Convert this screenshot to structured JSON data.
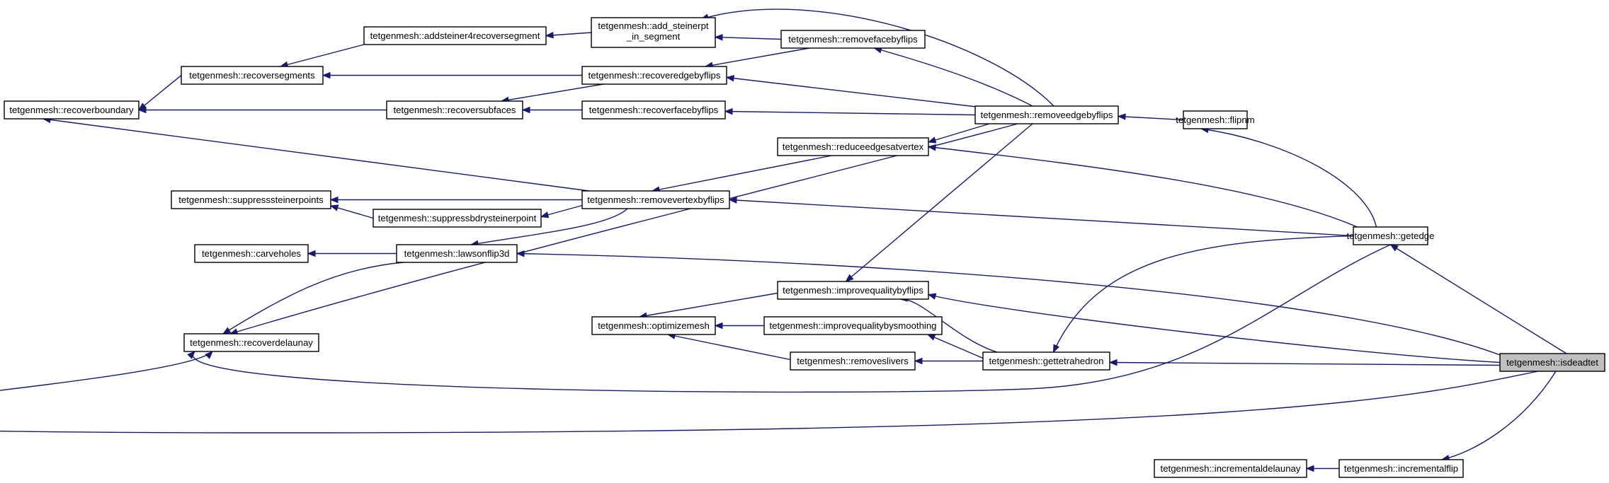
{
  "colors": {
    "edge": "#191970",
    "node_border": "#000000",
    "highlight_fill": "#bfbfbf",
    "background": "#ffffff"
  },
  "nodes": {
    "recoverboundary": "tetgenmesh::recoverboundary",
    "recoversegments": "tetgenmesh::recoversegments",
    "addsteiner4recoversegment": "tetgenmesh::addsteiner4recoversegment",
    "add_steinerpt_line1": "tetgenmesh::add_steinerpt",
    "add_steinerpt_line2": "_in_segment",
    "removefacebyflips": "tetgenmesh::removefacebyflips",
    "recoveredgebyflips": "tetgenmesh::recoveredgebyflips",
    "recoversubfaces": "tetgenmesh::recoversubfaces",
    "recoverfacebyflips": "tetgenmesh::recoverfacebyflips",
    "removeedgebyflips": "tetgenmesh::removeedgebyflips",
    "flipnm": "tetgenmesh::flipnm",
    "reduceedgesatvertex": "tetgenmesh::reduceedgesatvertex",
    "suppresssteinerpoints": "tetgenmesh::suppresssteinerpoints",
    "suppressbdrysteinerpoint": "tetgenmesh::suppressbdrysteinerpoint",
    "removevertexbyflips": "tetgenmesh::removevertexbyflips",
    "getedge": "tetgenmesh::getedge",
    "carveholes": "tetgenmesh::carveholes",
    "lawsonflip3d": "tetgenmesh::lawsonflip3d",
    "improvequalitybyflips": "tetgenmesh::improvequalitybyflips",
    "optimizemesh": "tetgenmesh::optimizemesh",
    "improvequalitybysmoothing": "tetgenmesh::improvequalitybysmoothing",
    "recoverdelaunay": "tetgenmesh::recoverdelaunay",
    "removeslivers": "tetgenmesh::removeslivers",
    "gettetrahedron": "tetgenmesh::gettetrahedron",
    "isdeadtet": "tetgenmesh::isdeadtet",
    "incrementaldelaunay": "tetgenmesh::incrementaldelaunay",
    "incrementalflip": "tetgenmesh::incrementalflip"
  },
  "edges": [
    [
      "recoversegments",
      "recoverboundary"
    ],
    [
      "addsteiner4recoversegment",
      "recoversegments"
    ],
    [
      "add_steinerpt",
      "addsteiner4recoversegment"
    ],
    [
      "removefacebyflips",
      "add_steinerpt"
    ],
    [
      "recoveredgebyflips",
      "recoversegments"
    ],
    [
      "removefacebyflips",
      "recoveredgebyflips"
    ],
    [
      "recoversubfaces",
      "recoverboundary"
    ],
    [
      "recoveredgebyflips",
      "recoversubfaces"
    ],
    [
      "recoverfacebyflips",
      "recoversubfaces"
    ],
    [
      "removeedgebyflips",
      "add_steinerpt"
    ],
    [
      "removeedgebyflips",
      "removefacebyflips"
    ],
    [
      "removeedgebyflips",
      "recoveredgebyflips"
    ],
    [
      "removeedgebyflips",
      "recoverfacebyflips"
    ],
    [
      "flipnm",
      "removeedgebyflips"
    ],
    [
      "removeedgebyflips",
      "reduceedgesatvertex"
    ],
    [
      "reduceedgesatvertex",
      "removevertexbyflips"
    ],
    [
      "removevertexbyflips",
      "recoverboundary"
    ],
    [
      "removevertexbyflips",
      "suppresssteinerpoints"
    ],
    [
      "suppressbdrysteinerpoint",
      "suppresssteinerpoints"
    ],
    [
      "removevertexbyflips",
      "suppressbdrysteinerpoint"
    ],
    [
      "removevertexbyflips",
      "lawsonflip3d"
    ],
    [
      "removeedgebyflips",
      "recoverdelaunay"
    ],
    [
      "removeedgebyflips",
      "improvequalitybyflips"
    ],
    [
      "getedge",
      "flipnm"
    ],
    [
      "getedge",
      "reduceedgesatvertex"
    ],
    [
      "getedge",
      "removevertexbyflips"
    ],
    [
      "getedge",
      "gettetrahedron"
    ],
    [
      "getedge",
      "recoverdelaunay"
    ],
    [
      "lawsonflip3d",
      "carveholes"
    ],
    [
      "lawsonflip3d",
      "recoverdelaunay"
    ],
    [
      "improvequalitybyflips",
      "optimizemesh"
    ],
    [
      "improvequalitybysmoothing",
      "optimizemesh"
    ],
    [
      "removeslivers",
      "optimizemesh"
    ],
    [
      "gettetrahedron",
      "improvequalitybyflips"
    ],
    [
      "gettetrahedron",
      "improvequalitybysmoothing"
    ],
    [
      "gettetrahedron",
      "removeslivers"
    ],
    [
      "isdeadtet",
      "getedge"
    ],
    [
      "isdeadtet",
      "lawsonflip3d"
    ],
    [
      "isdeadtet",
      "improvequalitybyflips"
    ],
    [
      "isdeadtet",
      "recoverdelaunay"
    ],
    [
      "isdeadtet",
      "gettetrahedron"
    ],
    [
      "isdeadtet",
      "incrementalflip"
    ],
    [
      "incrementalflip",
      "incrementaldelaunay"
    ]
  ]
}
